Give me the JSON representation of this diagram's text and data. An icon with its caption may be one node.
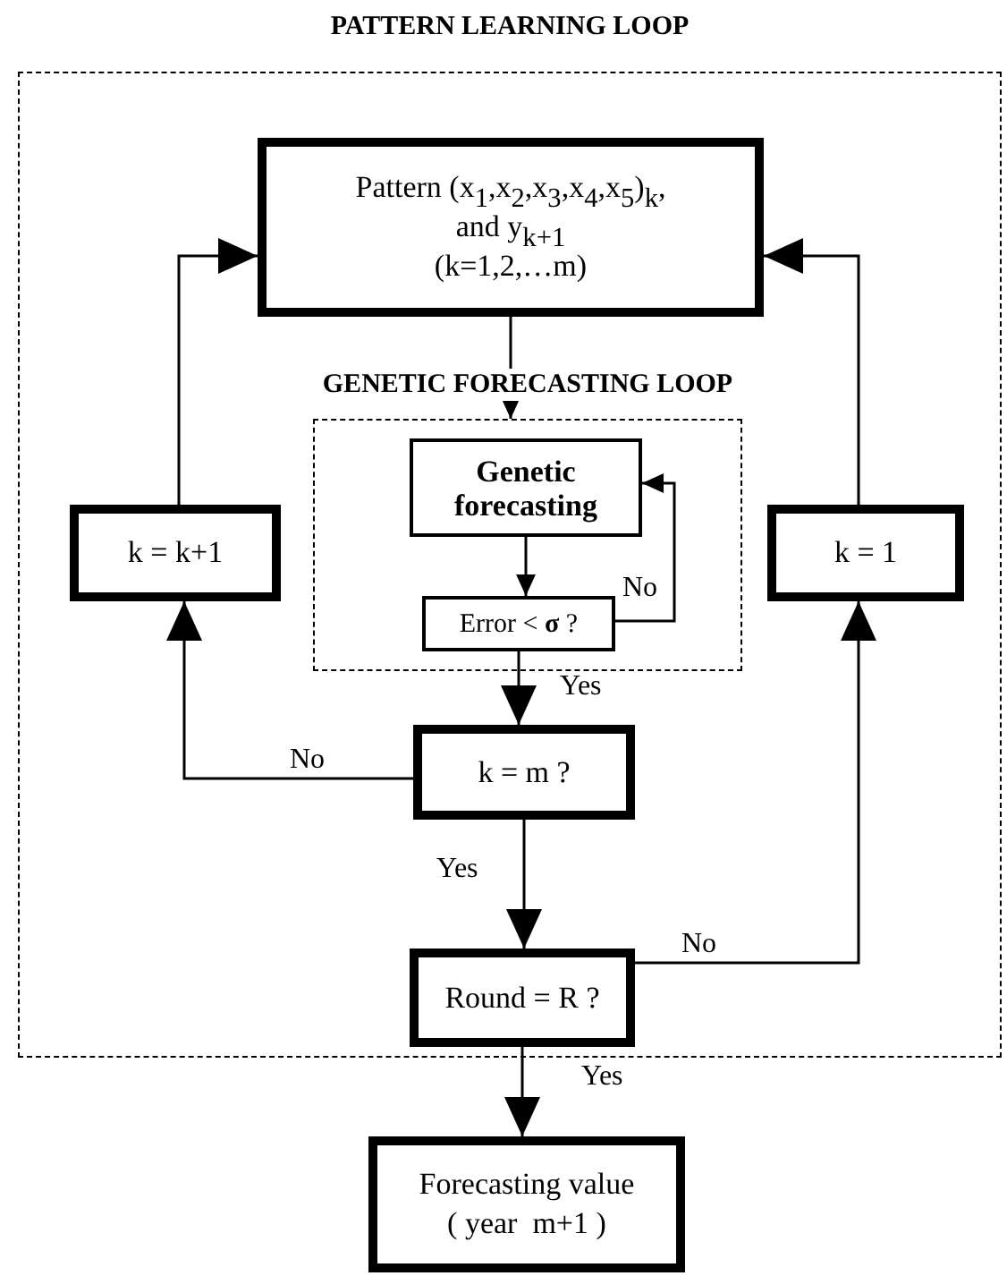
{
  "diagram": {
    "nodes": [
      {
        "text": [
          "PATTERN LEARNING LOOP"
        ]
      },
      {
        "text": [
          "Pattern (x$_{1}$,x$_{2}$,x$_{3}$,x$_{4}$,x$_{5}$)$_{k}$,",
          "and y$_{k+1}$",
          "(k=1,2,…m)"
        ],
        "in": 0
      },
      {
        "text": [
          "GENETIC FORECASTING LOOP"
        ],
        "in": 0
      },
      {
        "text": [
          "Genetic forecasting"
        ],
        "in": 2
      },
      {
        "text": [
          "Error < **σ** ?"
        ],
        "in": 2
      },
      {
        "text": [
          "k = k+1"
        ],
        "in": 0
      },
      {
        "text": [
          "k = 1"
        ],
        "in": 0
      },
      {
        "text": [
          "k = m ?"
        ],
        "in": 0
      },
      {
        "text": [
          "Round = R ?"
        ],
        "in": 0
      },
      {
        "text": [
          "Forecasting value",
          "( year  m+1 )"
        ]
      }
    ],
    "edges": [
      {
        "from": 1,
        "to": 2,
        "arrow": "to"
      },
      {
        "from": 3,
        "to": 4,
        "arrow": "to"
      },
      {
        "from": 4,
        "to": 3,
        "arrow": "to",
        "label": "No"
      },
      {
        "from": 4,
        "to": 7,
        "arrow": "to",
        "label": "Yes"
      },
      {
        "from": 7,
        "to": 5,
        "arrow": "to",
        "label": "No"
      },
      {
        "from": 5,
        "to": 1,
        "arrow": "to"
      },
      {
        "from": 7,
        "to": 8,
        "arrow": "to",
        "label": "Yes"
      },
      {
        "from": 8,
        "to": 6,
        "arrow": "to",
        "label": "No"
      },
      {
        "from": 6,
        "to": 1,
        "arrow": "to"
      },
      {
        "from": 8,
        "to": 9,
        "arrow": "to",
        "label": "Yes"
      }
    ]
  }
}
